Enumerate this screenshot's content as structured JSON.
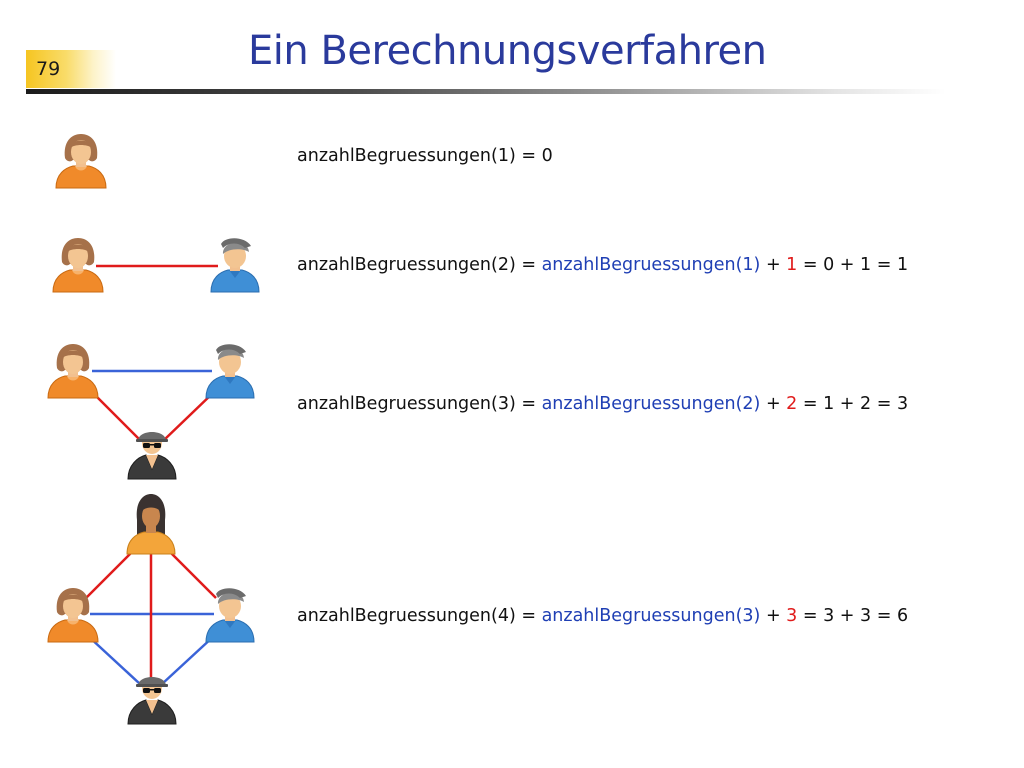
{
  "slide": {
    "number": "79",
    "title": "Ein Berechnungsverfahren"
  },
  "equations": [
    {
      "lhs": "anzahlBegruessungen(1) = 0"
    },
    {
      "lhs": "anzahlBegruessungen(2) = ",
      "recursive": "anzahlBegruessungen(1)",
      "plus": " + ",
      "increment": "1",
      "result": " = 0 + 1 = 1"
    },
    {
      "lhs": "anzahlBegruessungen(3) = ",
      "recursive": "anzahlBegruessungen(2)",
      "plus": " + ",
      "increment": "2",
      "result": " = 1 + 2 = 3"
    },
    {
      "lhs": "anzahlBegruessungen(4) = ",
      "recursive": "anzahlBegruessungen(3)",
      "plus": " + ",
      "increment": "3",
      "result": " = 3 + 3 = 6"
    }
  ],
  "colors": {
    "title": "#2a3a9c",
    "new_edge": "#e01b1b",
    "old_edge": "#3a63d8",
    "recursive_term": "#1f3fb4",
    "increment": "#e01b1b"
  },
  "people_icons": [
    "woman-icon",
    "boy-with-cap-icon",
    "spy-with-sunglasses-icon",
    "long-haired-woman-icon"
  ]
}
